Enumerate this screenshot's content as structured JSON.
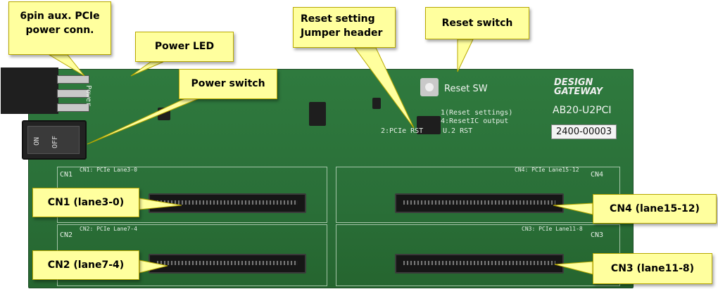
{
  "callouts": {
    "aux_power": {
      "line1": "6pin  aux. PCIe",
      "line2": "power conn."
    },
    "power_led": "Power LED",
    "power_switch": "Power switch",
    "reset_jumper": {
      "line1": "Reset setting",
      "line2": "Jumper header"
    },
    "reset_switch": "Reset switch",
    "cn1": "CN1 (lane3-0)",
    "cn2": "CN2 (lane7-4)",
    "cn3": "CN3 (lane11-8)",
    "cn4": "CN4 (lane15-12)"
  },
  "board": {
    "brand_line1": "DESIGN",
    "brand_line2": "GATEWAY",
    "model": "AB20-U2PCI",
    "serial": "2400-00003",
    "reset_sw_label": "Reset SW",
    "power_label": "Power",
    "on_label": "ON",
    "off_label": "OFF",
    "reset_settings_label": "1(Reset settings)",
    "reset_ic_label": "4:ResetIC output",
    "pcie_rst_label": "2:PCIe RST",
    "u2_rst_label": "U.2 RST",
    "cn1_label": "CN1",
    "cn2_label": "CN2",
    "cn3_label": "CN3",
    "cn4_label": "CN4",
    "cn1_silk": "CN1: PCIe Lane3-0",
    "cn2_silk": "CN2: PCIe Lane7-4",
    "cn3_silk": "CN3: PCIe Lane11-8",
    "cn4_silk": "CN4: PCIe Lane15-12"
  },
  "colors": {
    "pcb_green": "#2a6f38",
    "callout_fill": "#ffff9e",
    "callout_border": "#b8a900"
  }
}
